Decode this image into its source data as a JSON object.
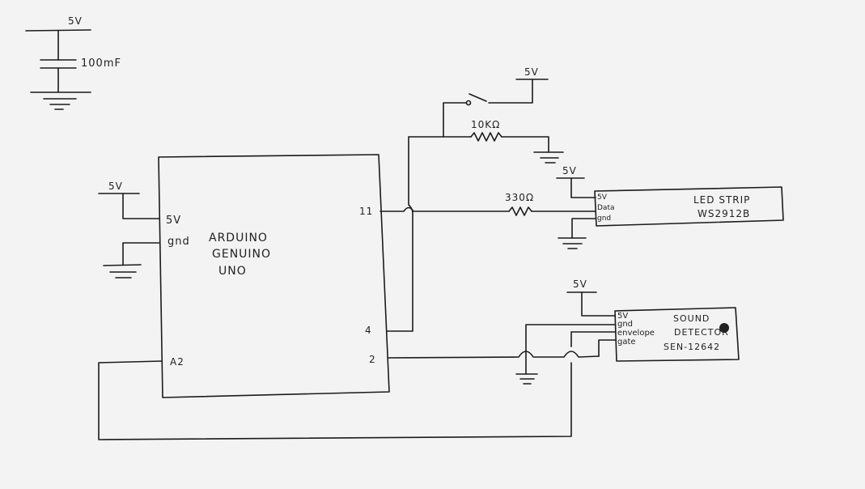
{
  "labels": {
    "cap_supply": "5V",
    "cap_value": "100mF",
    "arduino_supply": "5V",
    "switch_supply": "5V",
    "resistor_pulldown": "10KΩ",
    "resistor_data": "330Ω",
    "led_supply": "5V",
    "sound_supply": "5V"
  },
  "arduino": {
    "name_line1": "ARDUINO",
    "name_line2": "GENUINO",
    "name_line3": "UNO",
    "pin_5v": "5V",
    "pin_gnd": "gnd",
    "pin_11": "11",
    "pin_4": "4",
    "pin_a2": "A2",
    "pin_2": "2"
  },
  "led_strip": {
    "title_line1": "LED STRIP",
    "title_line2": "WS2912B",
    "pin_5v": "5V",
    "pin_data": "Data",
    "pin_gnd": "gnd"
  },
  "sound_detector": {
    "title_line1": "SOUND",
    "title_line2": "DETECTOR",
    "title_line3": "SEN-12642",
    "pin_5v": "5V",
    "pin_gnd": "gnd",
    "pin_envelope": "envelope",
    "pin_gate": "gate"
  }
}
